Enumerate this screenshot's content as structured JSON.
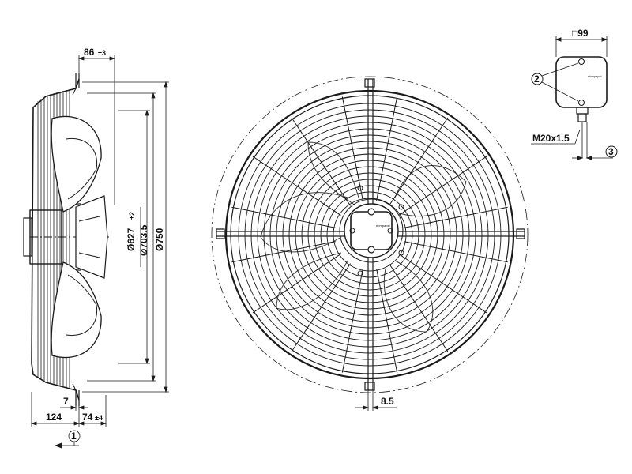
{
  "dimensions": {
    "offset_86": "86",
    "offset_86_tol": "±3",
    "dia_627": "Ø627",
    "dia_627_tol": "±2",
    "dia_703": "Ø703.5",
    "dia_750": "Ø750",
    "width_124": "124",
    "offset_7": "7",
    "offset_74": "74",
    "offset_74_tol": "±4",
    "slot_8_5": "8.5",
    "box_99": "□99",
    "thread": "M20x1.5"
  },
  "callouts": {
    "c1": "1",
    "c2": "2",
    "c3": "3"
  },
  "logo_text": "ebmpapst"
}
